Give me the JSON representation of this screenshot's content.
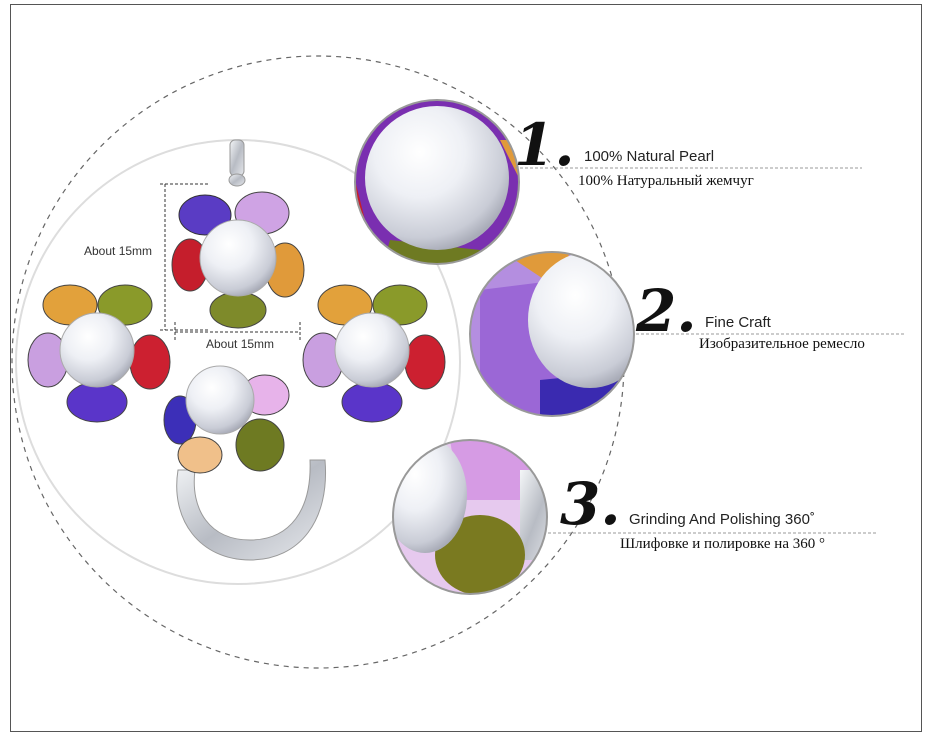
{
  "dimensions": {
    "height_label": "About 15mm",
    "width_label": "About 15mm"
  },
  "features": [
    {
      "number": "1.",
      "title_en": "100% Natural Pearl",
      "title_ru": "100% Натуральный жемчуг"
    },
    {
      "number": "2.",
      "title_en": "Fine Craft",
      "title_ru": "Изобразительное ремесло"
    },
    {
      "number": "3.",
      "title_en": "Grinding And Polishing 360˚",
      "title_ru": "Шлифовке и полировке на 360 °"
    }
  ],
  "colors": {
    "pearl": "#eef0f5",
    "amethyst": "#8a5cc8",
    "pink": "#d9a8e6",
    "citrine": "#e49a3a",
    "olive": "#7d8a2a",
    "garnet": "#c8202e",
    "sapphire": "#4a2cc0",
    "silver": "#cfd3d8"
  }
}
